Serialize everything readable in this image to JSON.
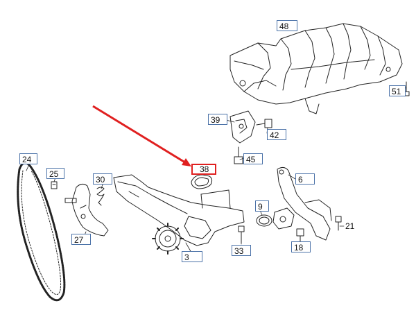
{
  "callouts": {
    "c48": "48",
    "c51": "51",
    "c39": "39",
    "c42": "42",
    "c45": "45",
    "c38": "38",
    "c24": "24",
    "c25": "25",
    "c30": "30",
    "c6": "6",
    "c9": "9",
    "c21": "21",
    "c27": "27",
    "c3": "3",
    "c33": "33",
    "c18": "18"
  },
  "highlighted_callout": "38",
  "colors": {
    "callout_border": "#4b72a8",
    "highlight": "#e02020",
    "line_art": "#222222"
  }
}
